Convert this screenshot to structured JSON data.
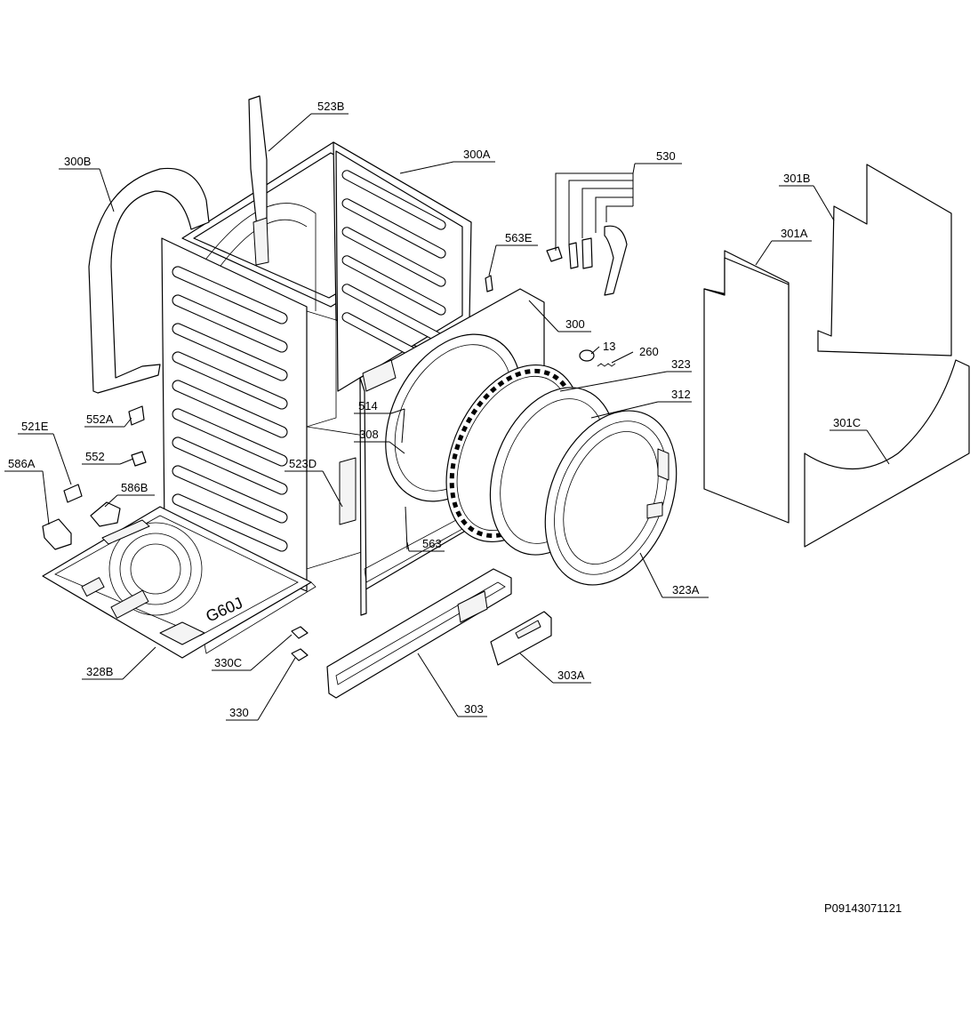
{
  "diagram": {
    "labels": {
      "l523B": "523B",
      "l300B": "300B",
      "l300A": "300A",
      "l530": "530",
      "l301B": "301B",
      "l301A": "301A",
      "l563E": "563E",
      "l300": "300",
      "l13": "13",
      "l260": "260",
      "l323": "323",
      "l312": "312",
      "l514": "514",
      "l308": "308",
      "l301C": "301C",
      "l552A": "552A",
      "l521E": "521E",
      "l552": "552",
      "l586A": "586A",
      "l586B": "586B",
      "l523D": "523D",
      "l563": "563",
      "l323A": "323A",
      "l303A": "303A",
      "l330C": "330C",
      "l328B": "328B",
      "l303": "303",
      "l330": "330"
    },
    "drawing_code": "P09143071121"
  }
}
